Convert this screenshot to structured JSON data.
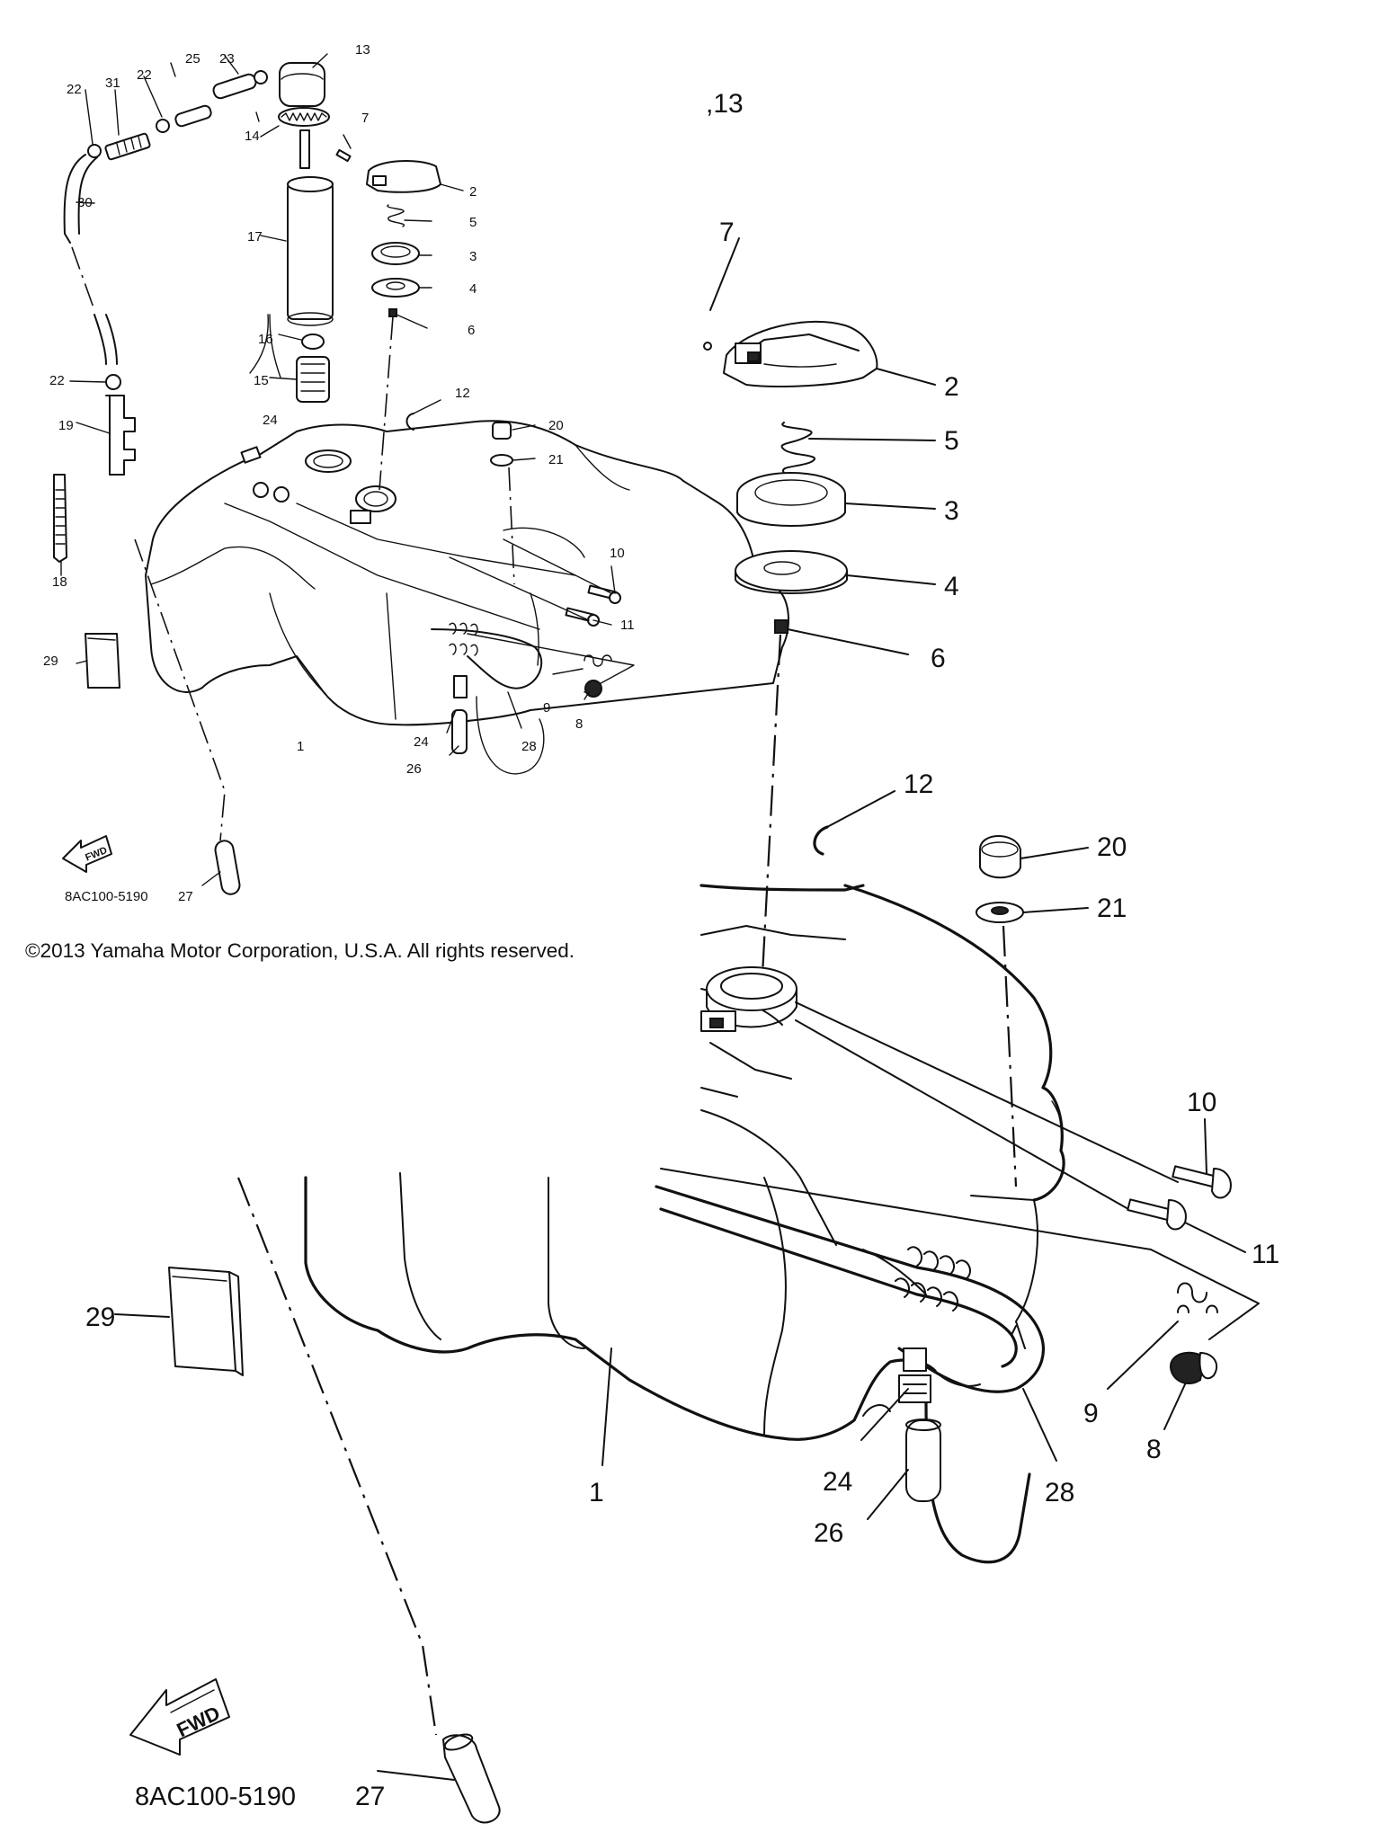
{
  "copyright": "©2013 Yamaha Motor Corporation, U.S.A. All rights reserved.",
  "diagram_code": "8AC100-5190",
  "fwd_label": "FWD",
  "top_right_label": "13",
  "small_view": {
    "callouts": {
      "c1": "1",
      "c2": "2",
      "c3": "3",
      "c4": "4",
      "c5": "5",
      "c6": "6",
      "c7": "7",
      "c8": "8",
      "c9": "9",
      "c10": "10",
      "c11": "11",
      "c12": "12",
      "c13": "13",
      "c14": "14",
      "c15": "15",
      "c16": "16",
      "c17": "17",
      "c18": "18",
      "c19": "19",
      "c20": "20",
      "c21": "21",
      "c22a": "22",
      "c22b": "22",
      "c22c": "22",
      "c23": "23",
      "c24a": "24",
      "c24b": "24",
      "c25": "25",
      "c26": "26",
      "c27": "27",
      "c28": "28",
      "c29": "29",
      "c30": "30",
      "c31": "31"
    }
  },
  "large_view": {
    "callouts": {
      "c1": "1",
      "c2": "2",
      "c3": "3",
      "c4": "4",
      "c5": "5",
      "c6": "6",
      "c7": "7",
      "c8": "8",
      "c9": "9",
      "c10": "10",
      "c11": "11",
      "c12": "12",
      "c20": "20",
      "c21": "21",
      "c24": "24",
      "c26": "26",
      "c27": "27",
      "c28": "28",
      "c29": "29"
    }
  }
}
